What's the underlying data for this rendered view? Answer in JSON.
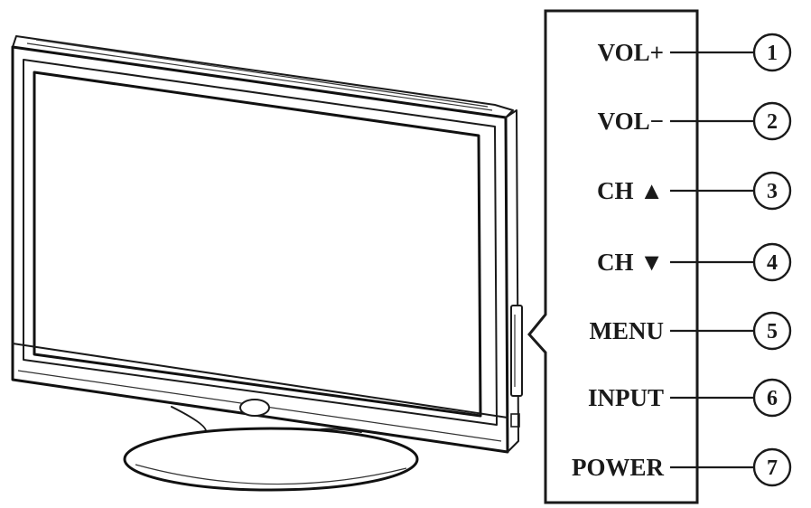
{
  "diagram": {
    "buttons": [
      {
        "number": "1",
        "label": "VOL+"
      },
      {
        "number": "2",
        "label": "VOL−"
      },
      {
        "number": "3",
        "label": "CH ▲"
      },
      {
        "number": "4",
        "label": "CH ▼"
      },
      {
        "number": "5",
        "label": "MENU"
      },
      {
        "number": "6",
        "label": "INPUT"
      },
      {
        "number": "7",
        "label": "POWER"
      }
    ]
  }
}
